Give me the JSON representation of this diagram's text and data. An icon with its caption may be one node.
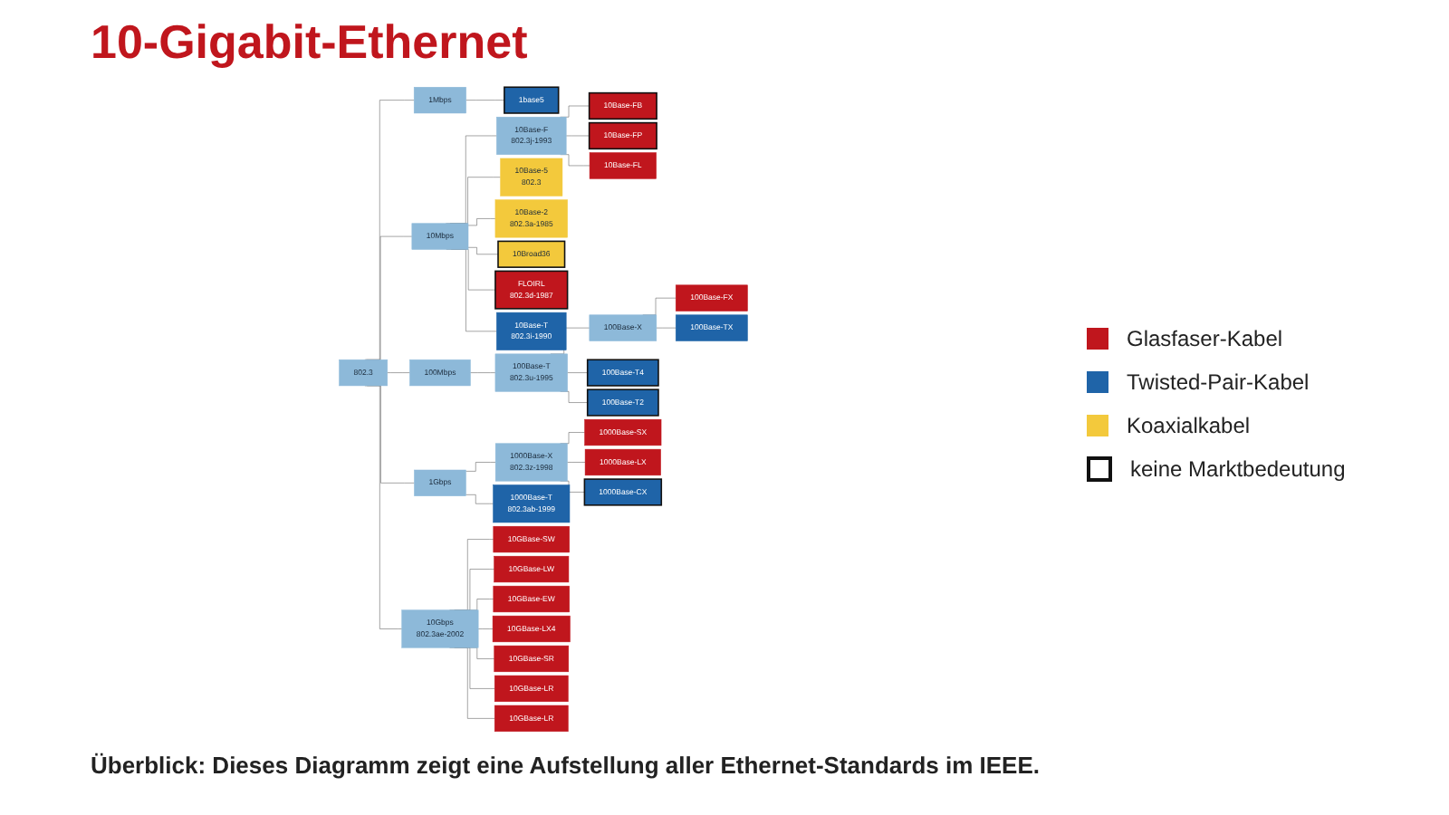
{
  "diagram": {
    "title": "10-Gigabit-Ethernet",
    "caption": "Überblick: Dieses Diagramm zeigt eine Aufstellung aller Ethernet-Standards im IEEE.",
    "nodes": [
      {
        "text": [
          "802.3"
        ]
      },
      {
        "text": [
          "1Mbps"
        ]
      },
      {
        "text": [
          "1base5"
        ]
      },
      {
        "text": [
          "10Mbps"
        ]
      },
      {
        "text": [
          "10Base-F",
          "802.3j-1993"
        ]
      },
      {
        "text": [
          "10Base-5",
          "802.3"
        ]
      },
      {
        "text": [
          "10Base-2",
          "802.3a-1985"
        ]
      },
      {
        "text": [
          "10Broad36"
        ]
      },
      {
        "text": [
          "10Base-FB"
        ]
      },
      {
        "text": [
          "10Base-FP"
        ]
      },
      {
        "text": [
          "10Base-FL"
        ]
      },
      {
        "text": [
          "FLOIRL",
          "802.3d-1987"
        ]
      },
      {
        "text": [
          "10Base-T",
          "802.3i-1990"
        ]
      },
      {
        "text": [
          "100Mbps"
        ]
      },
      {
        "text": [
          "100Base-T",
          "802.3u-1995"
        ]
      },
      {
        "text": [
          "100Base-X"
        ]
      },
      {
        "text": [
          "100Base-FX"
        ]
      },
      {
        "text": [
          "100Base-TX"
        ]
      },
      {
        "text": [
          "100Base-T4"
        ]
      },
      {
        "text": [
          "100Base-T2"
        ]
      },
      {
        "text": [
          "1Gbps"
        ]
      },
      {
        "text": [
          "1000Base-X",
          "802.3z-1998"
        ]
      },
      {
        "text": [
          "1000Base-SX"
        ]
      },
      {
        "text": [
          "1000Base-LX"
        ]
      },
      {
        "text": [
          "1000Base-CX"
        ]
      },
      {
        "text": [
          "1000Base-T",
          "802.3ab-1999"
        ]
      },
      {
        "text": [
          "10Gbps",
          "802.3ae-2002"
        ]
      },
      {
        "text": [
          "10GBase-SW"
        ]
      },
      {
        "text": [
          "10GBase-LW"
        ]
      },
      {
        "text": [
          "10GBase-EW"
        ]
      },
      {
        "text": [
          "10GBase-LX4"
        ]
      },
      {
        "text": [
          "10GBase-SR"
        ]
      },
      {
        "text": [
          "10GBase-LR"
        ]
      },
      {
        "text": [
          "10GBase-LR"
        ]
      }
    ],
    "edges": [
      {
        "from": 0,
        "to": 1,
        "arrow": "none"
      },
      {
        "from": 1,
        "to": 2,
        "arrow": "none"
      },
      {
        "from": 0,
        "to": 3,
        "arrow": "none"
      },
      {
        "from": 3,
        "to": 5,
        "arrow": "none"
      },
      {
        "from": 3,
        "to": 6,
        "arrow": "none"
      },
      {
        "from": 3,
        "to": 7,
        "arrow": "none"
      },
      {
        "from": 3,
        "to": 4,
        "arrow": "none"
      },
      {
        "from": 4,
        "to": 8,
        "arrow": "none"
      },
      {
        "from": 4,
        "to": 9,
        "arrow": "none"
      },
      {
        "from": 4,
        "to": 10,
        "arrow": "none"
      },
      {
        "from": 3,
        "to": 11,
        "arrow": "none"
      },
      {
        "from": 3,
        "to": 12,
        "arrow": "none"
      },
      {
        "from": 0,
        "to": 13,
        "arrow": "none"
      },
      {
        "from": 13,
        "to": 14,
        "arrow": "none"
      },
      {
        "from": 14,
        "to": 15,
        "arrow": "none"
      },
      {
        "from": 15,
        "to": 16,
        "arrow": "none"
      },
      {
        "from": 15,
        "to": 17,
        "arrow": "none"
      },
      {
        "from": 14,
        "to": 18,
        "arrow": "none"
      },
      {
        "from": 14,
        "to": 19,
        "arrow": "none"
      },
      {
        "from": 0,
        "to": 20,
        "arrow": "none"
      },
      {
        "from": 20,
        "to": 21,
        "arrow": "none"
      },
      {
        "from": 21,
        "to": 22,
        "arrow": "none"
      },
      {
        "from": 21,
        "to": 23,
        "arrow": "none"
      },
      {
        "from": 21,
        "to": 24,
        "arrow": "none"
      },
      {
        "from": 20,
        "to": 25,
        "arrow": "none"
      },
      {
        "from": 0,
        "to": 26,
        "arrow": "none"
      },
      {
        "from": 26,
        "to": 27,
        "arrow": "none"
      },
      {
        "from": 26,
        "to": 28,
        "arrow": "none"
      },
      {
        "from": 26,
        "to": 29,
        "arrow": "none"
      },
      {
        "from": 26,
        "to": 30,
        "arrow": "none"
      },
      {
        "from": 26,
        "to": 31,
        "arrow": "none"
      },
      {
        "from": 26,
        "to": 32,
        "arrow": "none"
      },
      {
        "from": 26,
        "to": 33,
        "arrow": "none"
      }
    ],
    "legend": [
      {
        "text": "Glasfaser-Kabel",
        "color": "#c0161d"
      },
      {
        "text": "Twisted-Pair-Kabel",
        "color": "#1f64a8"
      },
      {
        "text": "Koaxialkabel",
        "color": "#f3c93c"
      },
      {
        "text": "keine Marktbedeutung"
      }
    ]
  }
}
